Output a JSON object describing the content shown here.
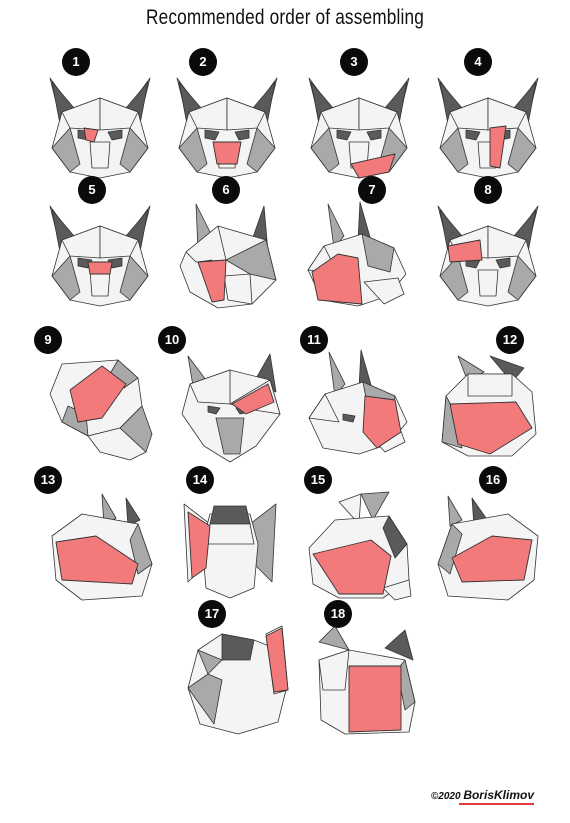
{
  "title": "Recommended order of assembling",
  "colors": {
    "highlight": "#f27a7a",
    "face": "#f4f4f4",
    "shade": "#a9a9a9",
    "dark": "#5a5a5a",
    "line": "#333333",
    "badge": "#0a0a0a"
  },
  "credit": {
    "year": "©2020",
    "name": "BorisKlimov"
  },
  "steps": [
    {
      "label": "1",
      "view": "front",
      "hl": "nose"
    },
    {
      "label": "2",
      "view": "front",
      "hl": "muzzle"
    },
    {
      "label": "3",
      "view": "front",
      "hl": "chin"
    },
    {
      "label": "4",
      "view": "front",
      "hl": "snout-side"
    },
    {
      "label": "5",
      "view": "front",
      "hl": "bridge"
    },
    {
      "label": "6",
      "view": "threequarter",
      "hl": "cheek"
    },
    {
      "label": "7",
      "view": "side",
      "hl": "cheek-big"
    },
    {
      "label": "8",
      "view": "front",
      "hl": "eye-left"
    },
    {
      "label": "9",
      "view": "top",
      "hl": "crown"
    },
    {
      "label": "10",
      "view": "front-tilt",
      "hl": "forehead-right"
    },
    {
      "label": "11",
      "view": "side",
      "hl": "side-rear"
    },
    {
      "label": "12",
      "view": "back",
      "hl": "back-band"
    },
    {
      "label": "13",
      "view": "back-left",
      "hl": "band-left"
    },
    {
      "label": "14",
      "view": "under",
      "hl": "strip-left"
    },
    {
      "label": "15",
      "view": "back-low",
      "hl": "band-low"
    },
    {
      "label": "16",
      "view": "back-right",
      "hl": "band-right"
    },
    {
      "label": "17",
      "view": "rear-open",
      "hl": "strip-right"
    },
    {
      "label": "18",
      "view": "rear-box",
      "hl": "rear-panel"
    }
  ]
}
